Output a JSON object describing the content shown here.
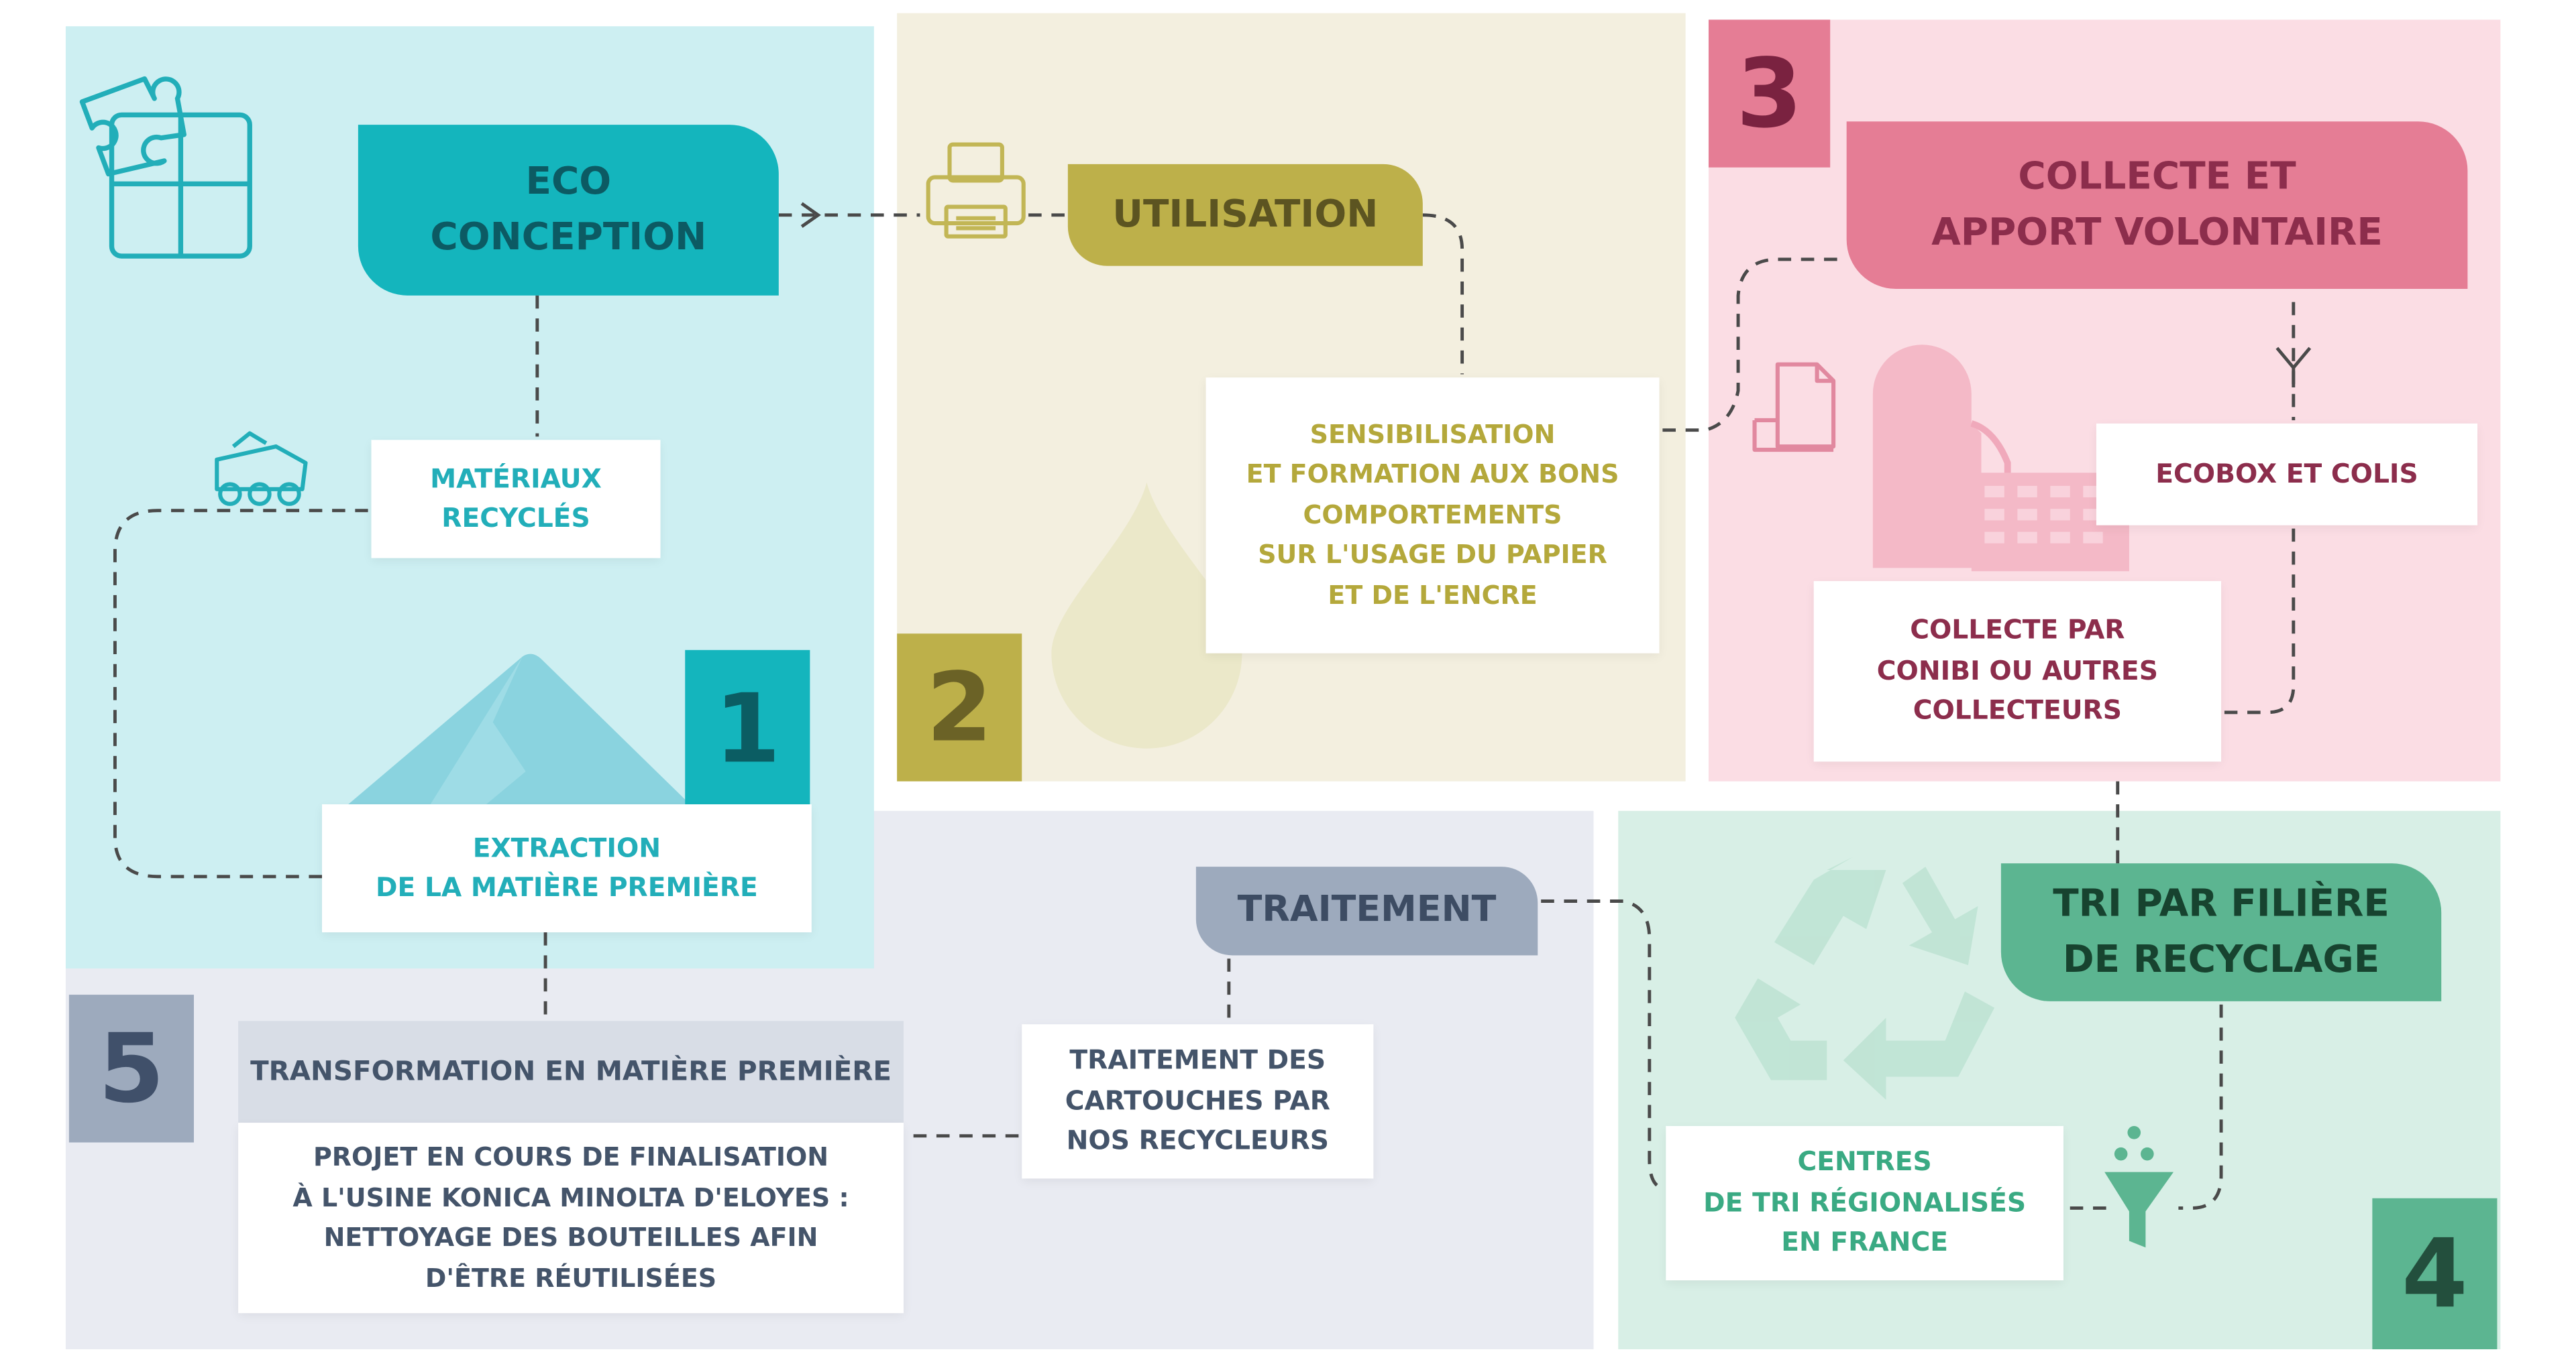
{
  "colors": {
    "teal_bg": "#cdeff2",
    "teal": "#14b5bd",
    "teal_text": "#22aeb9",
    "teal_dark": "#0b8f99",
    "olive_bg": "#f3efdf",
    "olive": "#bdb04a",
    "olive_text": "#b4a83b",
    "olive_dark": "#9a8e2e",
    "pink_bg": "#fbdde4",
    "pink": "#e57d95",
    "pink_header_text": "#8c2d4c",
    "pink_dark": "#b94c69",
    "grey_bg": "#e9ebf2",
    "slate": "#9daabd",
    "slate_text": "#44546a",
    "slate_dark": "#5e6f86",
    "green_bg": "#d8efe6",
    "green": "#5cb591",
    "green_text": "#3aaa83",
    "green_dark": "#3c8d6b"
  },
  "step1": {
    "number": "1",
    "header": "ECO\nCONCEPTION",
    "card_materials": "MATÉRIAUX\nRECYCLÉS",
    "card_extraction": "EXTRACTION\nDE LA MATIÈRE PREMIÈRE",
    "icons": [
      "puzzle-icon",
      "mining-truck-icon",
      "mountain-icon"
    ]
  },
  "step2": {
    "number": "2",
    "header": "UTILISATION",
    "card": "SENSIBILISATION\nET FORMATION AUX BONS\nCOMPORTEMENTS\nSUR L'USAGE DU PAPIER\nET DE L'ENCRE",
    "icons": [
      "printer-icon",
      "ink-drop-icon"
    ]
  },
  "step3": {
    "number": "3",
    "header": "COLLECTE ET\nAPPORT VOLONTAIRE",
    "card_ecobox": "ECOBOX ET COLIS",
    "card_collecte": "COLLECTE PAR\nCONIBI OU AUTRES\nCOLLECTEURS",
    "icons": [
      "document-icon",
      "building-icon"
    ]
  },
  "step4": {
    "number": "4",
    "header": "TRI PAR FILIÈRE\nDE RECYCLAGE",
    "card": "CENTRES\nDE TRI RÉGIONALISÉS\nEN FRANCE",
    "icons": [
      "recycle-icon",
      "funnel-icon"
    ]
  },
  "step5": {
    "number": "5",
    "header": "TRANSFORMATION  EN MATIÈRE PREMIÈRE",
    "card_projet": "PROJET EN COURS DE FINALISATION\nÀ L'USINE KONICA MINOLTA D'ELOYES :\nNETTOYAGE DES BOUTEILLES AFIN\nD'ÊTRE RÉUTILISÉES",
    "traitement_header": "TRAITEMENT",
    "card_traitement": "TRAITEMENT DES\nCARTOUCHES PAR\nNOS RECYCLEURS"
  }
}
